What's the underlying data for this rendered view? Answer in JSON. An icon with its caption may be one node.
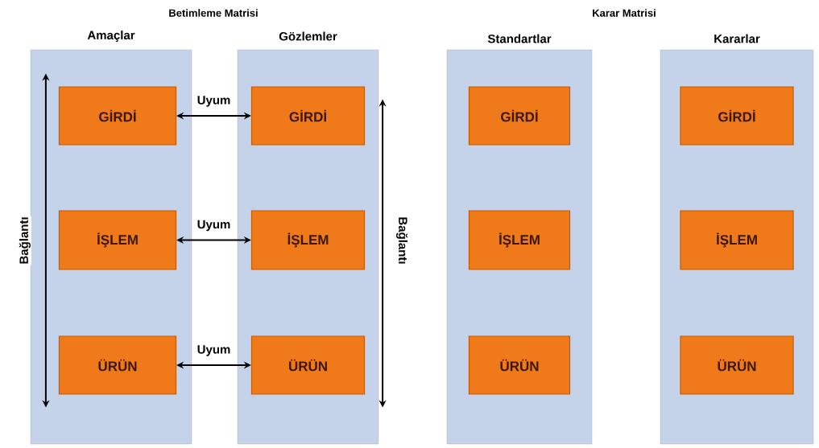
{
  "diagram": {
    "nodes": [
      {
        "text": [
          "Amaçlar"
        ]
      },
      {
        "text": [
          "GİRDİ"
        ],
        "in": 0
      },
      {
        "text": [
          "İŞLEM"
        ],
        "in": 0
      },
      {
        "text": [
          "ÜRÜN"
        ],
        "in": 0
      },
      {
        "text": [
          "Gözlemler"
        ]
      },
      {
        "text": [
          "GİRDİ"
        ],
        "in": 4
      },
      {
        "text": [
          "İŞLEM"
        ],
        "in": 4
      },
      {
        "text": [
          "ÜRÜN"
        ],
        "in": 4
      },
      {
        "text": [
          "Standartlar"
        ]
      },
      {
        "text": [
          "GİRDİ"
        ],
        "in": 8
      },
      {
        "text": [
          "İŞLEM"
        ],
        "in": 8
      },
      {
        "text": [
          "ÜRÜN"
        ],
        "in": 8
      },
      {
        "text": [
          "Kararlar"
        ]
      },
      {
        "text": [
          "GİRDİ"
        ],
        "in": 12
      },
      {
        "text": [
          "İŞLEM"
        ],
        "in": 12
      },
      {
        "text": [
          "ÜRÜN"
        ],
        "in": 12
      }
    ],
    "edges": [
      {
        "from": 1,
        "to": 5,
        "arrow": "both",
        "label": "Uyum"
      },
      {
        "from": 2,
        "to": 6,
        "arrow": "both",
        "label": "Uyum"
      },
      {
        "from": 3,
        "to": 7,
        "arrow": "both",
        "label": "Uyum"
      },
      {
        "from": 1,
        "to": 3,
        "arrow": "both",
        "label": "Bağlantı"
      },
      {
        "from": 5,
        "to": 7,
        "arrow": "both",
        "label": "Bağlantı"
      }
    ],
    "labels": [
      "Betimleme Matrisi",
      "Karar Matrisi"
    ]
  }
}
